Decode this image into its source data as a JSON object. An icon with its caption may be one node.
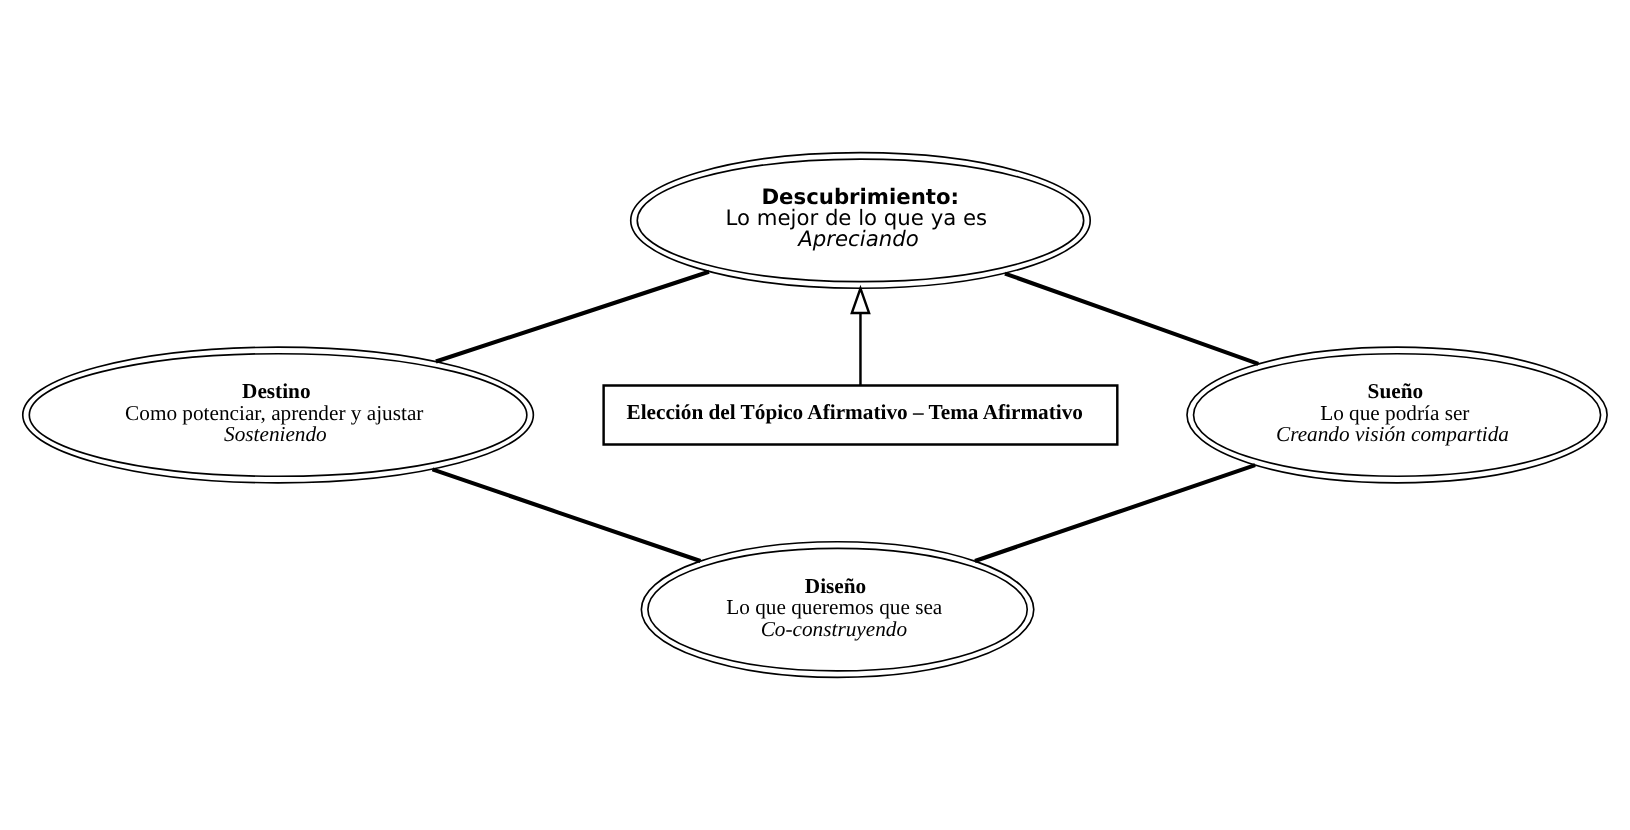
{
  "diagram": {
    "nodes": [
      {
        "text": [
          "Descubrimiento:",
          "Lo mejor de lo que ya es",
          "Apreciando"
        ]
      },
      {
        "text": [
          "Sueño",
          "Lo que podría ser",
          "Creando visión compartida"
        ]
      },
      {
        "text": [
          "Diseño",
          "Lo que queremos que sea",
          "Co-construyendo"
        ]
      },
      {
        "text": [
          "Destino",
          "Como potenciar, aprender y ajustar",
          "Sosteniendo"
        ]
      },
      {
        "text": [
          "Elección del Tópico Afirmativo – Tema Afirmativo"
        ]
      }
    ],
    "edges": [
      {
        "from": 0,
        "to": 1,
        "arrow": "none"
      },
      {
        "from": 1,
        "to": 2,
        "arrow": "none"
      },
      {
        "from": 2,
        "to": 3,
        "arrow": "none"
      },
      {
        "from": 3,
        "to": 0,
        "arrow": "none"
      },
      {
        "from": 4,
        "to": 0,
        "arrow": "to"
      }
    ]
  }
}
